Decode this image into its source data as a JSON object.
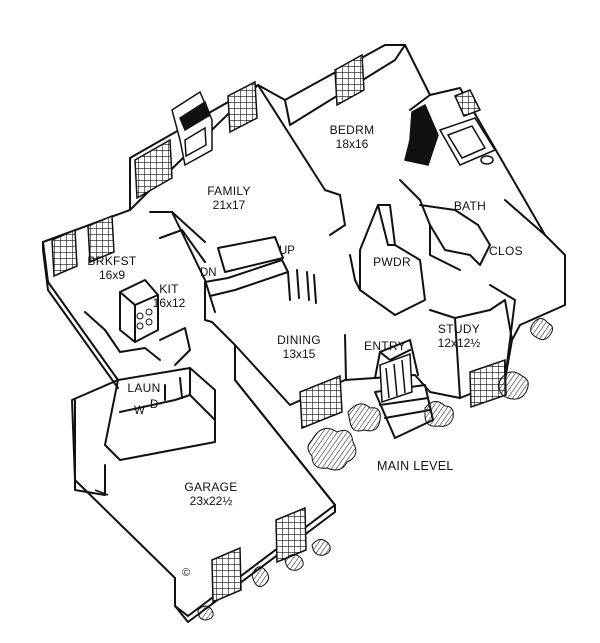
{
  "caption": "MAIN LEVEL",
  "copyright": "©",
  "rooms": {
    "bedroom": {
      "name": "BEDRM",
      "dims": "18x16"
    },
    "family": {
      "name": "FAMILY",
      "dims": "21x17"
    },
    "bath": {
      "name": "BATH"
    },
    "closet": {
      "name": "CLOS"
    },
    "breakfast": {
      "name": "BRKFST",
      "dims": "16x9"
    },
    "kitchen": {
      "name": "KIT",
      "dims": "16x12"
    },
    "powder": {
      "name": "PWDR"
    },
    "dining": {
      "name": "DINING",
      "dims": "13x15"
    },
    "entry": {
      "name": "ENTRY"
    },
    "study": {
      "name": "STUDY",
      "dims": "12x12½"
    },
    "laundry": {
      "name": "LAUN"
    },
    "garage": {
      "name": "GARAGE",
      "dims": "23x22½"
    }
  },
  "stairs": {
    "up": "UP",
    "down": "DN"
  },
  "appliances": {
    "washer": "W",
    "dryer": "D"
  }
}
